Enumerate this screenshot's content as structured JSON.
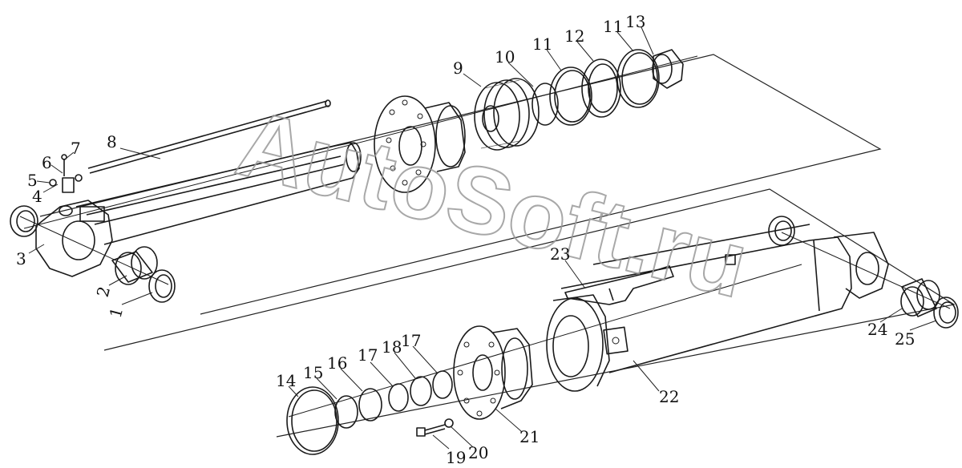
{
  "watermark": "AutoSoft.ru",
  "callouts": [
    {
      "id": "c1",
      "label": "1"
    },
    {
      "id": "c2",
      "label": "2"
    },
    {
      "id": "c3",
      "label": "3"
    },
    {
      "id": "c4",
      "label": "4"
    },
    {
      "id": "c5",
      "label": "5"
    },
    {
      "id": "c6",
      "label": "6"
    },
    {
      "id": "c7",
      "label": "7"
    },
    {
      "id": "c8",
      "label": "8"
    },
    {
      "id": "c9",
      "label": "9"
    },
    {
      "id": "c10",
      "label": "10"
    },
    {
      "id": "c11a",
      "label": "11"
    },
    {
      "id": "c12",
      "label": "12"
    },
    {
      "id": "c11b",
      "label": "11"
    },
    {
      "id": "c13",
      "label": "13"
    },
    {
      "id": "c14",
      "label": "14"
    },
    {
      "id": "c15",
      "label": "15"
    },
    {
      "id": "c16",
      "label": "16"
    },
    {
      "id": "c17a",
      "label": "17"
    },
    {
      "id": "c18",
      "label": "18"
    },
    {
      "id": "c17b",
      "label": "17"
    },
    {
      "id": "c19",
      "label": "19"
    },
    {
      "id": "c20",
      "label": "20"
    },
    {
      "id": "c21",
      "label": "21"
    },
    {
      "id": "c22",
      "label": "22"
    },
    {
      "id": "c23",
      "label": "23"
    },
    {
      "id": "c24",
      "label": "24"
    },
    {
      "id": "c25",
      "label": "25"
    }
  ]
}
